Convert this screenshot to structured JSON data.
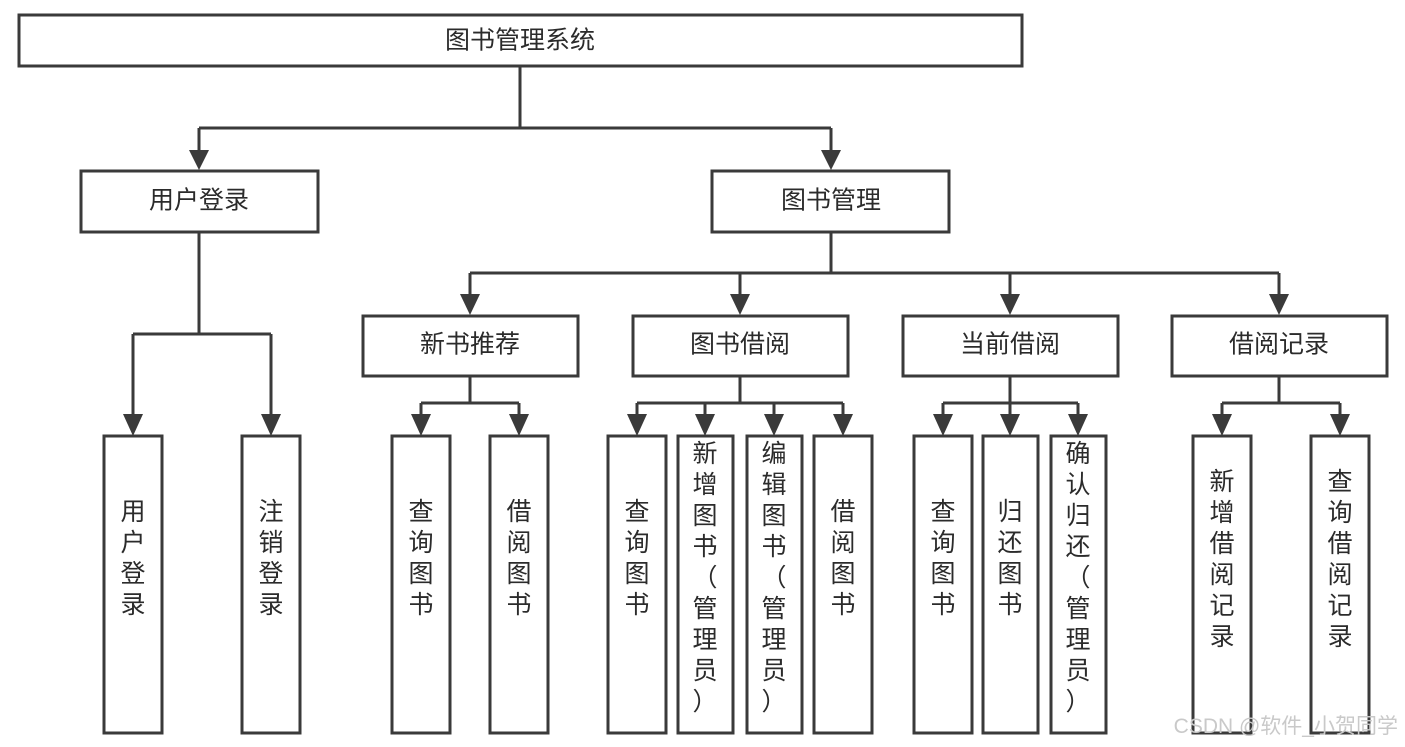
{
  "diagram": {
    "type": "tree-hierarchy-chart",
    "title": "图书管理系统",
    "orientation": "top-down",
    "colors": {
      "box_stroke": "#3a3a3a",
      "box_fill": "#ffffff",
      "connector": "#3a3a3a",
      "label_text": "#2b2b2b",
      "background": "#ffffff",
      "watermark": "#c9c9c9"
    },
    "levels": [
      {
        "level": 1,
        "nodes": [
          {
            "id": "root",
            "label": "图书管理系统",
            "orientation": "horizontal"
          }
        ]
      },
      {
        "level": 2,
        "nodes": [
          {
            "id": "user-login",
            "label": "用户登录",
            "orientation": "horizontal",
            "parent": "root"
          },
          {
            "id": "book-mgmt",
            "label": "图书管理",
            "orientation": "horizontal",
            "parent": "root"
          }
        ]
      },
      {
        "level": 3,
        "nodes": [
          {
            "id": "new-book-rec",
            "label": "新书推荐",
            "orientation": "horizontal",
            "parent": "book-mgmt"
          },
          {
            "id": "book-borrow",
            "label": "图书借阅",
            "orientation": "horizontal",
            "parent": "book-mgmt"
          },
          {
            "id": "current-borrow",
            "label": "当前借阅",
            "orientation": "horizontal",
            "parent": "book-mgmt"
          },
          {
            "id": "borrow-record",
            "label": "借阅记录",
            "orientation": "horizontal",
            "parent": "book-mgmt"
          }
        ]
      },
      {
        "level": 4,
        "nodes": [
          {
            "id": "leaf-user-login",
            "label": "用户登录",
            "orientation": "vertical",
            "parent": "user-login"
          },
          {
            "id": "leaf-logout",
            "label": "注销登录",
            "orientation": "vertical",
            "parent": "user-login"
          },
          {
            "id": "leaf-query-book-1",
            "label": "查询图书",
            "orientation": "vertical",
            "parent": "new-book-rec"
          },
          {
            "id": "leaf-borrow-book-1",
            "label": "借阅图书",
            "orientation": "vertical",
            "parent": "new-book-rec"
          },
          {
            "id": "leaf-query-book-2",
            "label": "查询图书",
            "orientation": "vertical",
            "parent": "book-borrow"
          },
          {
            "id": "leaf-add-book",
            "label": "新增图书（管理员）",
            "orientation": "vertical",
            "parent": "book-borrow"
          },
          {
            "id": "leaf-edit-book",
            "label": "编辑图书（管理员）",
            "orientation": "vertical",
            "parent": "book-borrow"
          },
          {
            "id": "leaf-borrow-book-2",
            "label": "借阅图书",
            "orientation": "vertical",
            "parent": "book-borrow"
          },
          {
            "id": "leaf-query-book-3",
            "label": "查询图书",
            "orientation": "vertical",
            "parent": "current-borrow"
          },
          {
            "id": "leaf-return-book",
            "label": "归还图书",
            "orientation": "vertical",
            "parent": "current-borrow"
          },
          {
            "id": "leaf-confirm-return",
            "label": "确认归还（管理员）",
            "orientation": "vertical",
            "parent": "current-borrow"
          },
          {
            "id": "leaf-add-record",
            "label": "新增借阅记录",
            "orientation": "vertical",
            "parent": "borrow-record"
          },
          {
            "id": "leaf-query-record",
            "label": "查询借阅记录",
            "orientation": "vertical",
            "parent": "borrow-record"
          }
        ]
      }
    ]
  },
  "watermark": {
    "text": "CSDN @软件_小贺同学"
  }
}
